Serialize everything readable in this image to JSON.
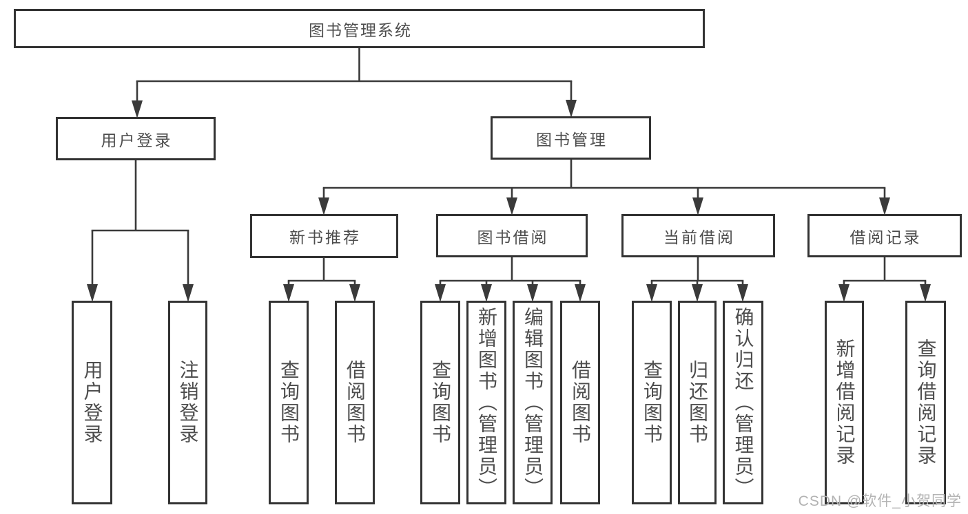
{
  "colors": {
    "line": "#3a3a3a",
    "box-border": "#333333",
    "text": "#4d4d4d",
    "watermark": "#b3b3b3",
    "background": "#ffffff"
  },
  "watermark": {
    "text": "CSDN @软件_小贺同学"
  },
  "tree": {
    "root": {
      "label": "图书管理系统"
    },
    "branches": [
      {
        "label": "用户登录",
        "leaves": [
          {
            "label": "用户登录"
          },
          {
            "label": "注销登录"
          }
        ]
      },
      {
        "label": "图书管理",
        "groups": [
          {
            "label": "新书推荐",
            "leaves": [
              {
                "label": "查询图书"
              },
              {
                "label": "借阅图书"
              }
            ]
          },
          {
            "label": "图书借阅",
            "leaves": [
              {
                "label": "查询图书"
              },
              {
                "label": "新增图书（管理员）"
              },
              {
                "label": "编辑图书（管理员）"
              },
              {
                "label": "借阅图书"
              }
            ]
          },
          {
            "label": "当前借阅",
            "leaves": [
              {
                "label": "查询图书"
              },
              {
                "label": "归还图书"
              },
              {
                "label": "确认归还（管理员）"
              }
            ]
          },
          {
            "label": "借阅记录",
            "leaves": [
              {
                "label": "新增借阅记录"
              },
              {
                "label": "查询借阅记录"
              }
            ]
          }
        ]
      }
    ]
  }
}
